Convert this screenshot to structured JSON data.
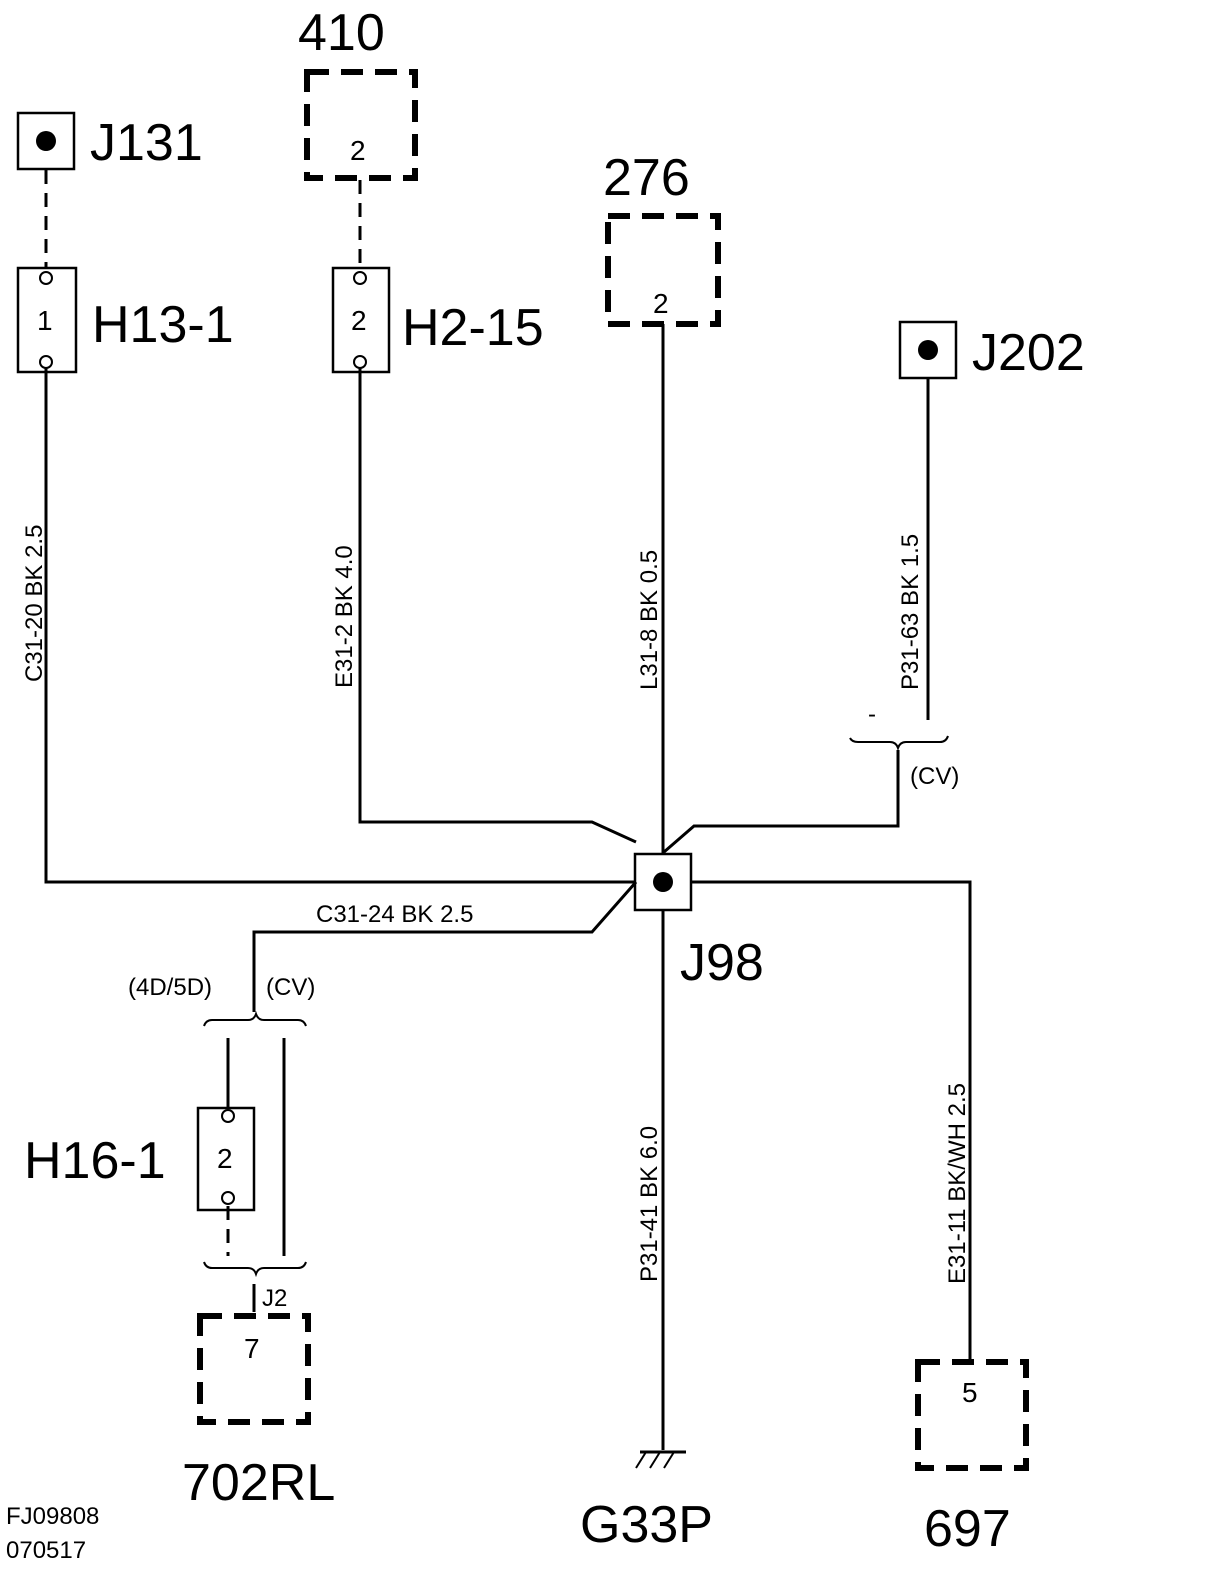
{
  "connectors": {
    "j131": "J131",
    "j202": "J202",
    "j98": "J98",
    "h13_1": "H13-1",
    "h2_15": "H2-15",
    "h16_1": "H16-1",
    "c410": "410",
    "c276": "276",
    "c702rl": "702RL",
    "g33p": "G33P",
    "c697": "697",
    "j2": "J2"
  },
  "pins": {
    "h13_1": "1",
    "h2_15": "2",
    "h16_1": "2",
    "c410": "2",
    "c276": "2",
    "c702rl": "7",
    "c697": "5"
  },
  "wires": {
    "c31_20": "C31-20  BK   2.5",
    "e31_2": "E31-2  BK   4.0",
    "l31_8": "L31-8  BK   0.5",
    "p31_63": "P31-63  BK   1.5",
    "c31_24": "C31-24   BK   2.5",
    "p31_41": "P31-41  BK   6.0",
    "e31_11": "E31-11  BK/WH   2.5"
  },
  "options": {
    "cv_right": "(CV)",
    "minus": "-",
    "variant_4d5d": "(4D/5D)",
    "cv_left": "(CV)"
  },
  "footer": {
    "code1": "FJ09808",
    "code2": "070517"
  }
}
